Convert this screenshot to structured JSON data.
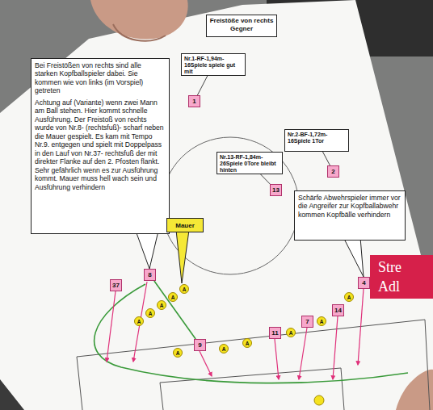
{
  "diagram": {
    "nodes": [
      {
        "text": [
          "Freistöße von rechts",
          "Gegner"
        ]
      },
      {
        "text": [
          "Bei Freistößen von rechts sind alle starken Kopfballspieler dabei. Sie kommen wie von links (im Vorspiel) getreten",
          "Achtung auf (Variante) wenn zwei Mann am Ball stehen. Hier kommt schnelle Ausführung. Der Freistoß von rechts wurde von Nr.8- (rechtsfuß)- scharf neben die Mauer gespielt. Es kam mit Tempo Nr.9. entgegen und spielt mit Doppelpass in den Lauf von Nr.37- rechtsfuß der mit direkter Flanke auf den 2. Pfosten flankt. Sehr gefährlich wenn es zur Ausführung kommt. Mauer muss hell wach sein und Ausführung verhindern"
        ]
      },
      {
        "text": [
          "Nr.1-RF-1,94m- 16Spiele spiele gut mit"
        ]
      },
      {
        "text": [
          "1"
        ]
      },
      {
        "text": [
          "Nr.2-BF-1,72m- 16Spiele 1Tor"
        ]
      },
      {
        "text": [
          "Nr.13-RF-1,84m- 26Spiele 0Tore bleibt hinten"
        ]
      },
      {
        "text": [
          "2"
        ]
      },
      {
        "text": [
          "13"
        ]
      },
      {
        "text": [
          "Schärfe Abwehrspieler immer vor die Angreifer zur Kopfballabwehr kommen Kopfbälle verhindern"
        ]
      },
      {
        "text": [
          "Mauer"
        ]
      },
      {
        "text": [
          "8"
        ]
      },
      {
        "text": [
          "4"
        ]
      },
      {
        "text": [
          "37"
        ]
      },
      {
        "text": [
          "A"
        ]
      },
      {
        "text": [
          "A"
        ]
      },
      {
        "text": [
          "A"
        ]
      },
      {
        "text": [
          "A"
        ]
      },
      {
        "text": [
          "A"
        ]
      },
      {
        "text": [
          "14"
        ]
      },
      {
        "text": [
          "7"
        ]
      },
      {
        "text": [
          "11"
        ]
      },
      {
        "text": [
          "9"
        ]
      },
      {
        "text": [
          "A"
        ]
      },
      {
        "text": [
          "A"
        ]
      },
      {
        "text": [
          "A"
        ]
      },
      {
        "text": [
          "A"
        ]
      },
      {
        "text": [
          "A"
        ]
      },
      {
        "text": [
          "A"
        ]
      }
    ],
    "edges": [
      {
        "from": 2,
        "to": 3,
        "arrow": "none"
      },
      {
        "from": 4,
        "to": 6,
        "arrow": "none"
      },
      {
        "from": 5,
        "to": 7,
        "arrow": "none"
      },
      {
        "from": 10,
        "to": 21,
        "arrow": "none"
      }
    ],
    "labels": [
      "Stre",
      "Adl"
    ]
  }
}
